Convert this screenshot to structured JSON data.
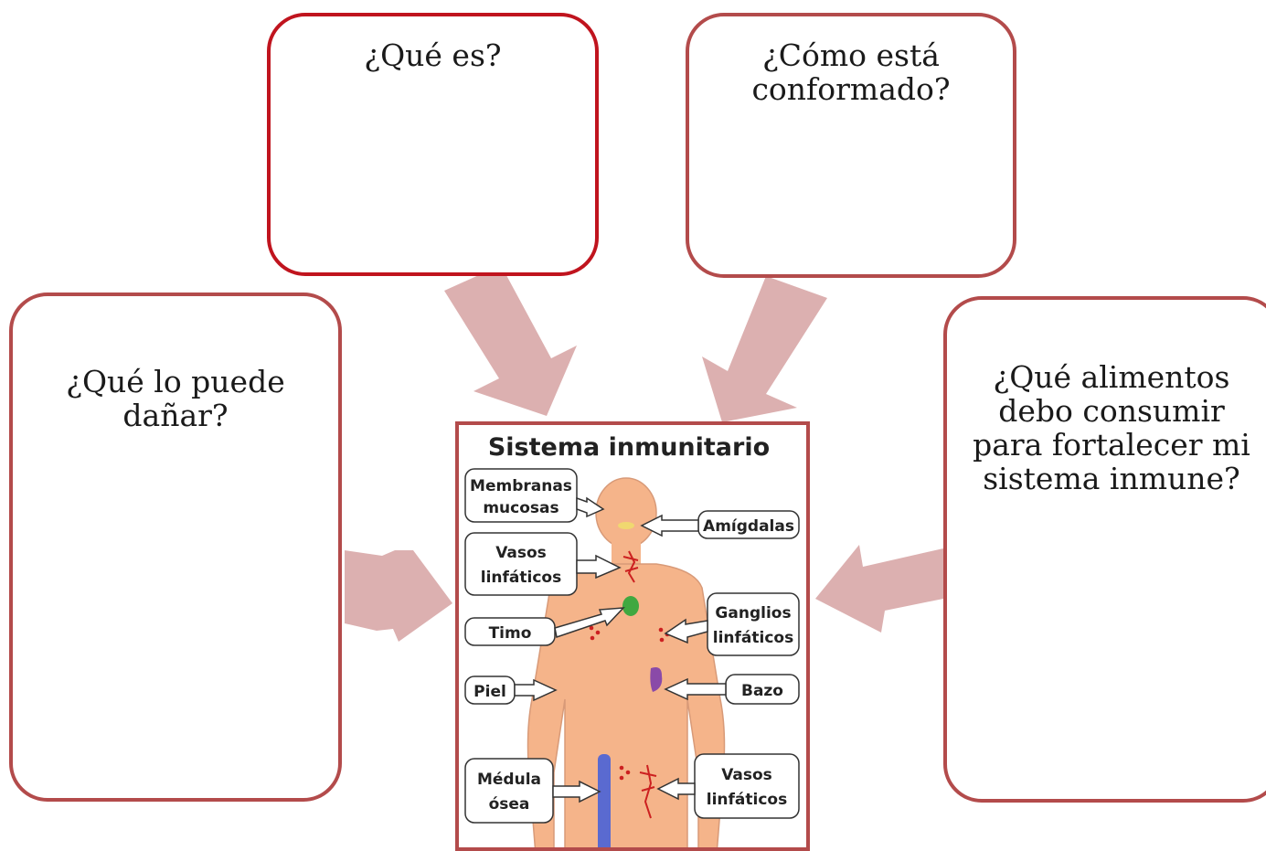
{
  "questions": {
    "what_is": "¿Qué es?",
    "how_formed": "¿Cómo está conformado?",
    "what_damages": "¿Qué lo puede dañar?",
    "what_foods": "¿Qué alimentos debo consumir para fortalecer mi sistema inmune?"
  },
  "figure": {
    "title": "Sistema inmunitario",
    "labels": {
      "membranas_1": "Membranas",
      "membranas_2": "mucosas",
      "amigdalas": "Amígdalas",
      "vasos_1": "Vasos",
      "vasos_2": "linfáticos",
      "timo": "Timo",
      "ganglios_1": "Ganglios",
      "ganglios_2": "linfáticos",
      "piel": "Piel",
      "bazo": "Bazo",
      "medula_1": "Médula",
      "medula_2": "ósea",
      "vasos_b_1": "Vasos",
      "vasos_b_2": "linfáticos"
    }
  },
  "colors": {
    "box_border": "#b34b4b",
    "box_border_accent": "#c0141e",
    "arrow_fill": "#dcb0b0",
    "body_fill": "#f5b48a"
  }
}
